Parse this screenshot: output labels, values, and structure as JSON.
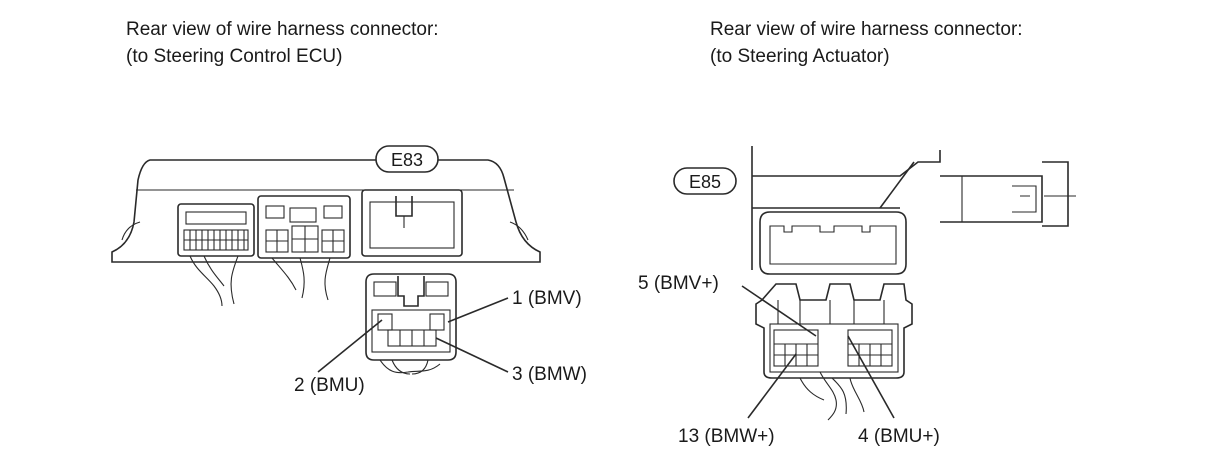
{
  "left": {
    "title_line1": "Rear view of wire harness connector:",
    "title_line2": "(to Steering Control ECU)",
    "connector_tag": "E83",
    "pins": {
      "pin1": "1 (BMV)",
      "pin2": "2 (BMU)",
      "pin3": "3 (BMW)"
    }
  },
  "right": {
    "title_line1": "Rear view of wire harness connector:",
    "title_line2": "(to Steering Actuator)",
    "connector_tag": "E85",
    "pins": {
      "pin5": "5 (BMV+)",
      "pin13": "13 (BMW+)",
      "pin4": "4 (BMU+)"
    }
  }
}
